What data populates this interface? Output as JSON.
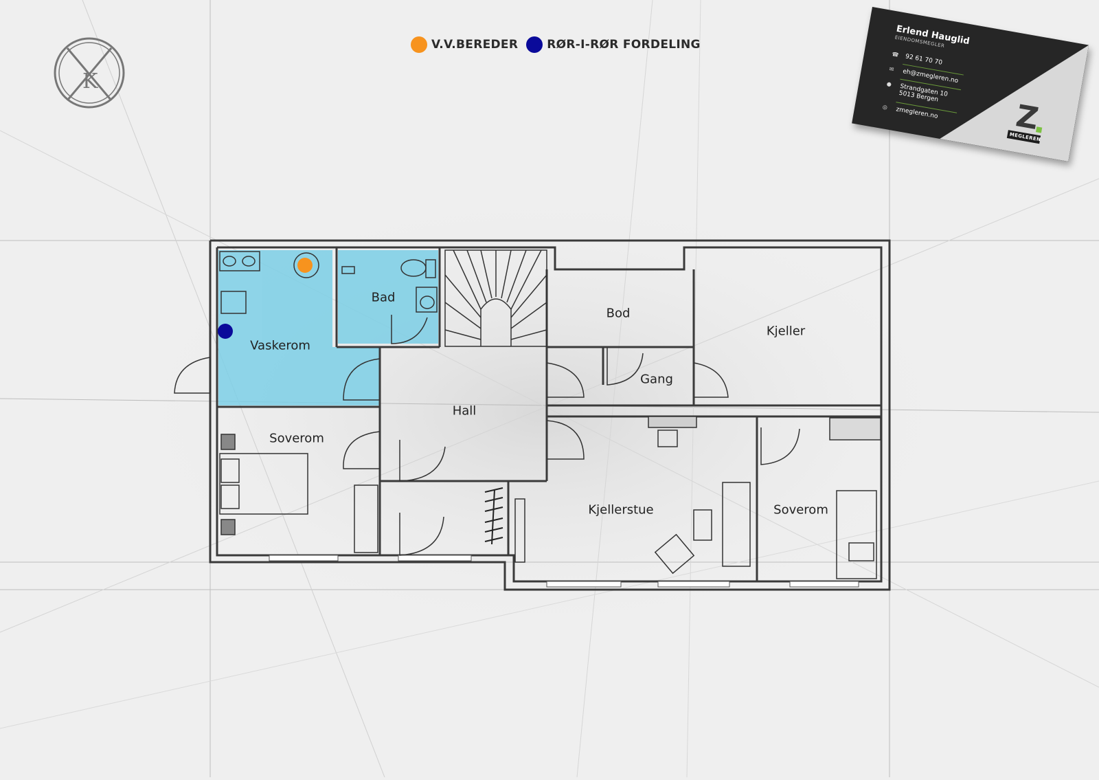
{
  "legend": {
    "items": [
      {
        "label": "V.V.BEREDER",
        "color": "#f7931e"
      },
      {
        "label": "RØR-I-RØR FORDELING",
        "color": "#0a0a9a"
      }
    ]
  },
  "rooms": {
    "vaskerom": "Vaskerom",
    "bad": "Bad",
    "bod": "Bod",
    "kjeller": "Kjeller",
    "gang": "Gang",
    "hall": "Hall",
    "soverom_left": "Soverom",
    "kjellerstue": "Kjellerstue",
    "soverom_right": "Soverom"
  },
  "colors": {
    "wet_room": "#7ccfe6",
    "wall": "#3a3a3a",
    "paper": "#efefef"
  },
  "business_card": {
    "name": "Erlend Hauglid",
    "role": "EIENDOMSMEGLER",
    "phone": "92 61 70 70",
    "email": "eh@zmegleren.no",
    "address_line1": "Strandgaten 10",
    "address_line2": "5013 Bergen",
    "web": "zmegleren.no",
    "logo_letter": "Z",
    "logo_text": "MEGLEREN"
  },
  "logo_mark": "logo-seal-icon"
}
